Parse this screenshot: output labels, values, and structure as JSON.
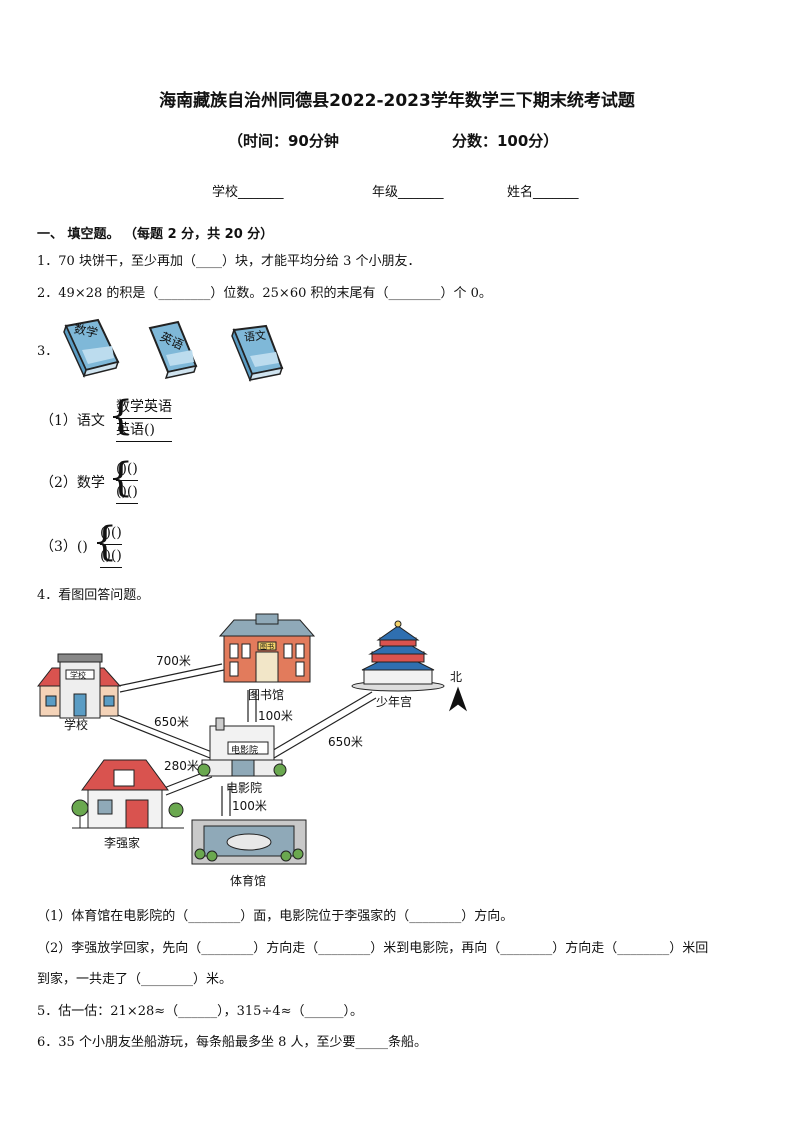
{
  "header": {
    "title": "海南藏族自治州同德县2022-2023学年数学三下期末统考试题",
    "time": "（时间：90分钟",
    "score": "分数：100分）",
    "school": "学校_______",
    "grade": "年级_______",
    "name": "姓名_______"
  },
  "section1": {
    "heading": "一、  填空题。 （每题 2 分，共 20 分）"
  },
  "questions": {
    "q1": "1．70 块饼干，至少再加（____）块，才能平均分给 3 个小朋友．",
    "q2": "2．49×28 的积是（________）位数。25×60 积的末尾有（________）个 0。",
    "q3_num": "3．",
    "books": [
      "数学",
      "英语",
      "语文"
    ],
    "q3_1_prefix": "（1）语文",
    "q3_1_top": "数学英语",
    "q3_1_bot": "英语()",
    "q3_2_prefix": "（2）数学",
    "q3_2_top": "()()",
    "q3_2_bot": "()()",
    "q3_3_prefix": "（3）()",
    "q3_3_top": "()()",
    "q3_3_bot": "()()",
    "q4": "4．看图回答问题。",
    "q4_1": "（1）体育馆在电影院的（________）面，电影院位于李强家的（________）方向。",
    "q4_2a": "（2）李强放学回家，先向（________）方向走（________）米到电影院，再向（________）方向走（________）米回",
    "q4_2b": "到家，一共走了（________）米。",
    "q5": "5．估一估：21×28≈（______），315÷4≈（______）。",
    "q6": "6．35 个小朋友坐船游玩，每条船最多坐 8 人，至少要_____条船。"
  },
  "map": {
    "places": {
      "school": "学校",
      "library": "图书馆",
      "youth_palace": "少年宫",
      "cinema": "电影院",
      "liqiang_home": "李强家",
      "gym": "体育馆"
    },
    "signs": {
      "school_sign": "学校",
      "library_sign": "图书",
      "cinema_sign": "电影院"
    },
    "distances": {
      "school_library": "700米",
      "library_cinema": "100米",
      "school_cinema": "650米",
      "palace_cinema": "650米",
      "home_cinema": "280米",
      "cinema_gym": "100米"
    },
    "north": "北"
  },
  "colors": {
    "book_fill": "#7fb8d8",
    "roof_red": "#d9534f",
    "temple_blue": "#2f6fb0"
  }
}
